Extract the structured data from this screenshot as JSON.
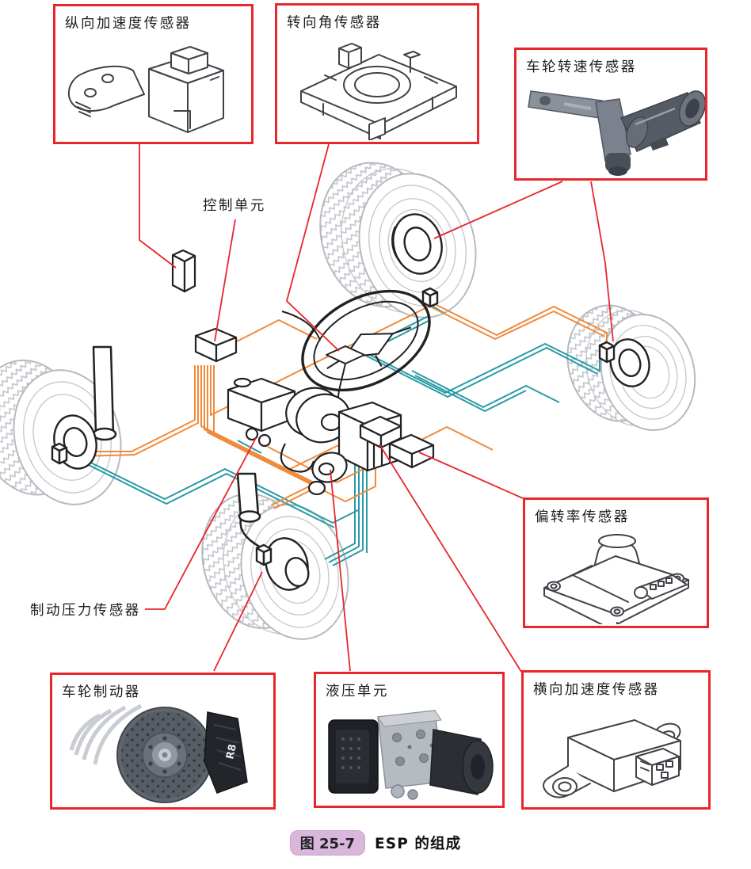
{
  "figure": {
    "caption_tag": "图 25-7",
    "caption_title": "ESP 的组成"
  },
  "callouts": {
    "longitudinal": "纵向加速度传感器",
    "steering_angle": "转向角传感器",
    "wheel_speed": "车轮转速传感器",
    "control_unit": "控制单元",
    "yaw_rate": "偏转率传感器",
    "brake_pressure": "制动压力传感器",
    "wheel_brake": "车轮制动器",
    "hydraulic_unit": "液压单元",
    "lateral": "横向加速度传感器"
  },
  "brake_caliper_badge": "R8",
  "colors": {
    "callout_red": "#e8262b",
    "wire_orange": "#f08a3b",
    "wire_teal": "#2a9aa5",
    "tire_gray": "#b6bac0",
    "line_art": "#3f4348",
    "caption_pill_bg": "#d9b6dc",
    "caption_pill_border": "#c9a2ce"
  }
}
